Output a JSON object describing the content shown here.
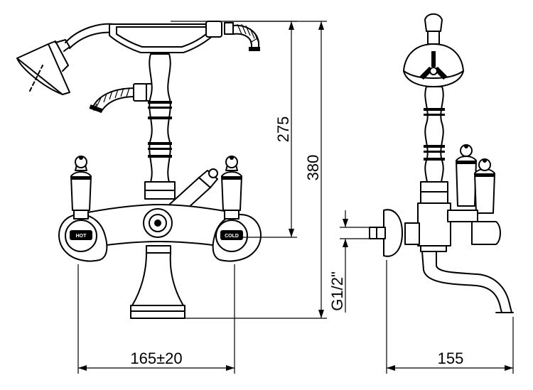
{
  "dimensions": {
    "hose_height": "275",
    "total_height": "380",
    "connection_thread": "G1/2\"",
    "center_distance": "165±20",
    "projection_depth": "155"
  },
  "handle_labels": {
    "hot": "HOT",
    "cold": "COLD"
  }
}
